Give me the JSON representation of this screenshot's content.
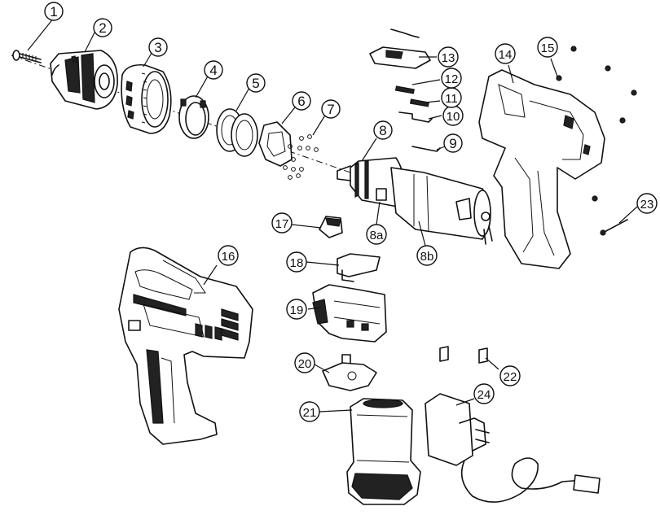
{
  "callouts": [
    {
      "id": "c1",
      "label": "1"
    },
    {
      "id": "c2",
      "label": "2"
    },
    {
      "id": "c3",
      "label": "3"
    },
    {
      "id": "c4",
      "label": "4"
    },
    {
      "id": "c5",
      "label": "5"
    },
    {
      "id": "c6",
      "label": "6"
    },
    {
      "id": "c7",
      "label": "7"
    },
    {
      "id": "c8",
      "label": "8"
    },
    {
      "id": "c8a",
      "label": "8a"
    },
    {
      "id": "c8b",
      "label": "8b"
    },
    {
      "id": "c9",
      "label": "9"
    },
    {
      "id": "c10",
      "label": "10"
    },
    {
      "id": "c11",
      "label": "11"
    },
    {
      "id": "c12",
      "label": "12"
    },
    {
      "id": "c13",
      "label": "13"
    },
    {
      "id": "c14",
      "label": "14"
    },
    {
      "id": "c15",
      "label": "15"
    },
    {
      "id": "c16",
      "label": "16"
    },
    {
      "id": "c17",
      "label": "17"
    },
    {
      "id": "c18",
      "label": "18"
    },
    {
      "id": "c19",
      "label": "19"
    },
    {
      "id": "c20",
      "label": "20"
    },
    {
      "id": "c21",
      "label": "21"
    },
    {
      "id": "c22",
      "label": "22"
    },
    {
      "id": "c23",
      "label": "23"
    },
    {
      "id": "c24",
      "label": "24"
    }
  ]
}
